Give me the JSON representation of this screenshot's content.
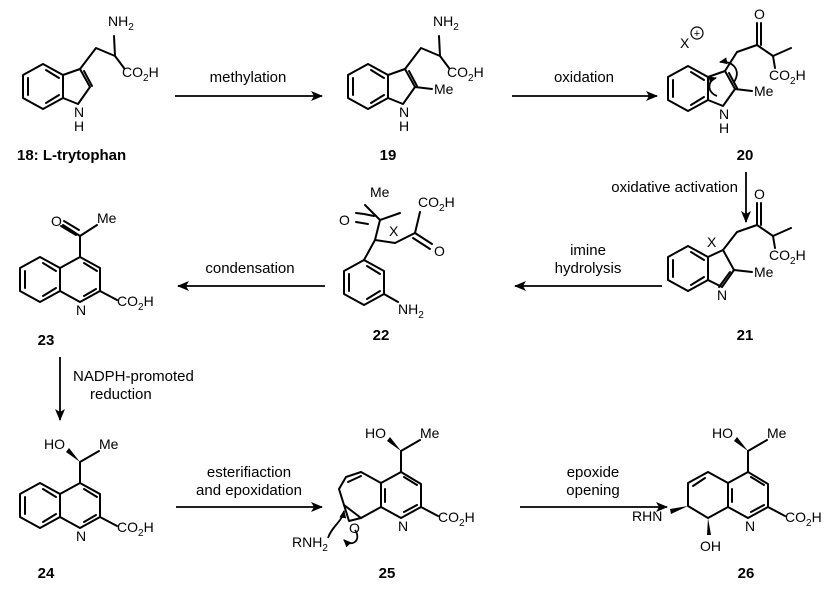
{
  "compounds": [
    {
      "id": "18",
      "label": "18: L-trytophan"
    },
    {
      "id": "19",
      "label": "19"
    },
    {
      "id": "20",
      "label": "20"
    },
    {
      "id": "21",
      "label": "21"
    },
    {
      "id": "22",
      "label": "22"
    },
    {
      "id": "23",
      "label": "23"
    },
    {
      "id": "24",
      "label": "24"
    },
    {
      "id": "25",
      "label": "25"
    },
    {
      "id": "26",
      "label": "26"
    }
  ],
  "steps": {
    "methylation": "methylation",
    "oxidation": "oxidation",
    "oxidative_activation": "oxidative activation",
    "imine_hydrolysis": [
      "imine",
      "hydrolysis"
    ],
    "condensation": "condensation",
    "nadph_reduction": [
      "NADPH-promoted",
      "reduction"
    ],
    "esterification_epoxidation": [
      "esterifiaction",
      "and epoxidation"
    ],
    "epoxide_opening": [
      "epoxide",
      "opening"
    ]
  },
  "atoms": {
    "nh2": "NH",
    "two": "2",
    "co2h": "CO",
    "h": "H",
    "n": "N",
    "me": "Me",
    "o": "O",
    "x": "X",
    "ho": "HO",
    "oh": "OH",
    "rnh2": "RNH",
    "rhn": "RHN",
    "plus": "+"
  }
}
